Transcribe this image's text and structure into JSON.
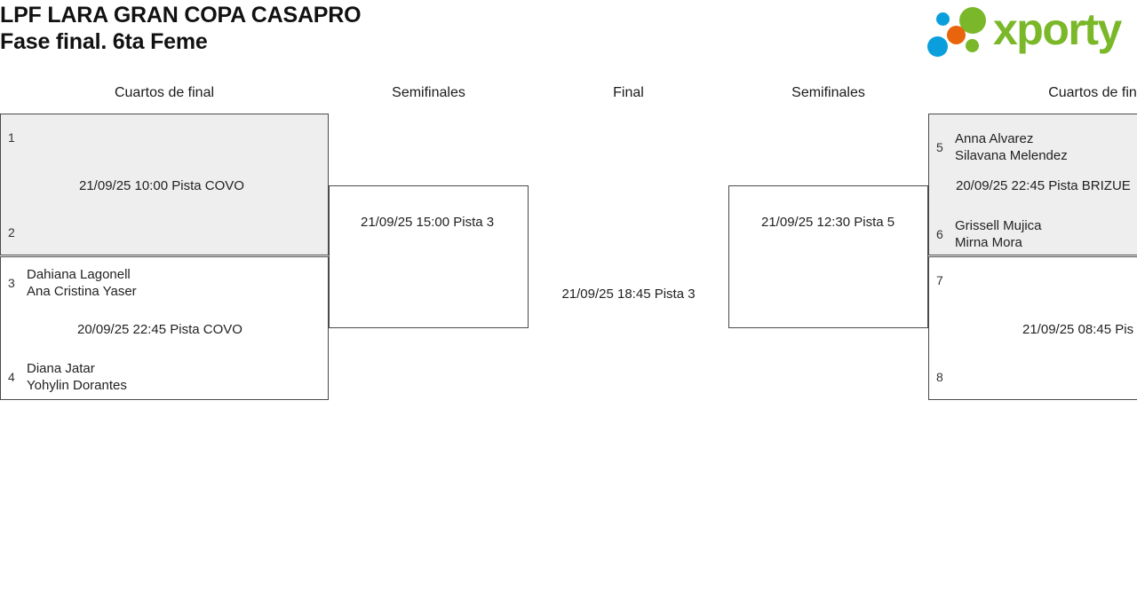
{
  "header": {
    "title_line1": "LPF LARA GRAN COPA CASAPRO",
    "title_line2": "Fase final. 6ta Feme",
    "logo_text": "xporty"
  },
  "rounds": [
    {
      "label": "Cuartos de final"
    },
    {
      "label": "Semifinales"
    },
    {
      "label": "Final"
    },
    {
      "label": "Semifinales"
    },
    {
      "label": "Cuartos de fin"
    }
  ],
  "colors": {
    "logo_green": "#7ab829",
    "logo_blue": "#0a9fdc",
    "logo_orange": "#e8650d",
    "box_border": "#4a4a4a",
    "box_shaded": "#eeeeee",
    "box_plain": "#ffffff"
  },
  "matches": {
    "qf1": {
      "seed_top": "1",
      "player_top_1": "",
      "player_top_2": "",
      "seed_bottom": "2",
      "player_bottom_1": "",
      "player_bottom_2": "",
      "info": "21/09/25 10:00 Pista COVO"
    },
    "qf2": {
      "seed_top": "3",
      "player_top_1": "Dahiana Lagonell",
      "player_top_2": "Ana Cristina Yaser",
      "seed_bottom": "4",
      "player_bottom_1": "Diana Jatar",
      "player_bottom_2": "Yohylin Dorantes",
      "info": "20/09/25 22:45 Pista COVO"
    },
    "sf1": {
      "info": "21/09/25 15:00 Pista 3"
    },
    "final": {
      "info": "21/09/25 18:45 Pista 3"
    },
    "sf2": {
      "info": "21/09/25 12:30 Pista 5"
    },
    "qf3": {
      "seed_top": "5",
      "player_top_1": "Anna Alvarez",
      "player_top_2": "Silavana Melendez",
      "seed_bottom": "6",
      "player_bottom_1": "Grissell Mujica",
      "player_bottom_2": "Mirna Mora",
      "info": "20/09/25 22:45 Pista BRIZUE"
    },
    "qf4": {
      "seed_top": "7",
      "player_top_1": "",
      "player_top_2": "",
      "seed_bottom": "8",
      "player_bottom_1": "",
      "player_bottom_2": "",
      "info": "21/09/25 08:45 Pis"
    }
  }
}
